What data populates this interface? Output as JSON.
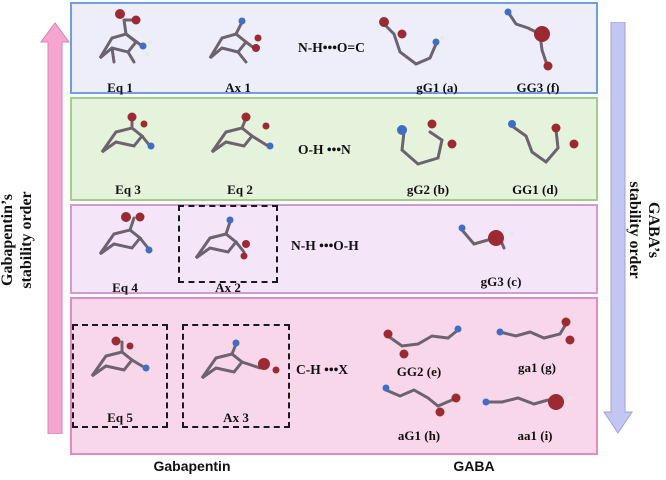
{
  "bands": [
    {
      "interaction": "N-H•••O=C",
      "gabapentin": [
        "Eq 1",
        "Ax 1"
      ],
      "gaba": [
        "gG1 (a)",
        "GG3 (f)"
      ]
    },
    {
      "interaction": "O-H •••N",
      "gabapentin": [
        "Eq 3",
        "Eq 2"
      ],
      "gaba": [
        "gG2 (b)",
        "GG1 (d)"
      ]
    },
    {
      "interaction": "N-H •••O-H",
      "gabapentin": [
        "Eq 4",
        "Ax 2"
      ],
      "gaba": [
        "gG3 (c)"
      ]
    },
    {
      "interaction": "C-H •••X",
      "gabapentin": [
        "Eq 5",
        "Ax 3"
      ],
      "gaba": [
        "GG2 (e)",
        "ga1 (g)",
        "aG1 (h)",
        "aa1 (i)"
      ]
    }
  ],
  "left_axis": {
    "line1": "Gabapentin’s",
    "line2": "stability order",
    "color": "#f4a6d0"
  },
  "right_axis": {
    "line1": "GABA’s",
    "line2": "stability order",
    "color": "#c4c6f2"
  },
  "footer": {
    "left": "Gabapentin",
    "right": "GABA"
  },
  "atom_colors": {
    "carbon": "#b3a8b3",
    "oxygen": "#9c2a33",
    "nitrogen": "#3f6ec2",
    "hydrogen": "#f2f2f2"
  }
}
